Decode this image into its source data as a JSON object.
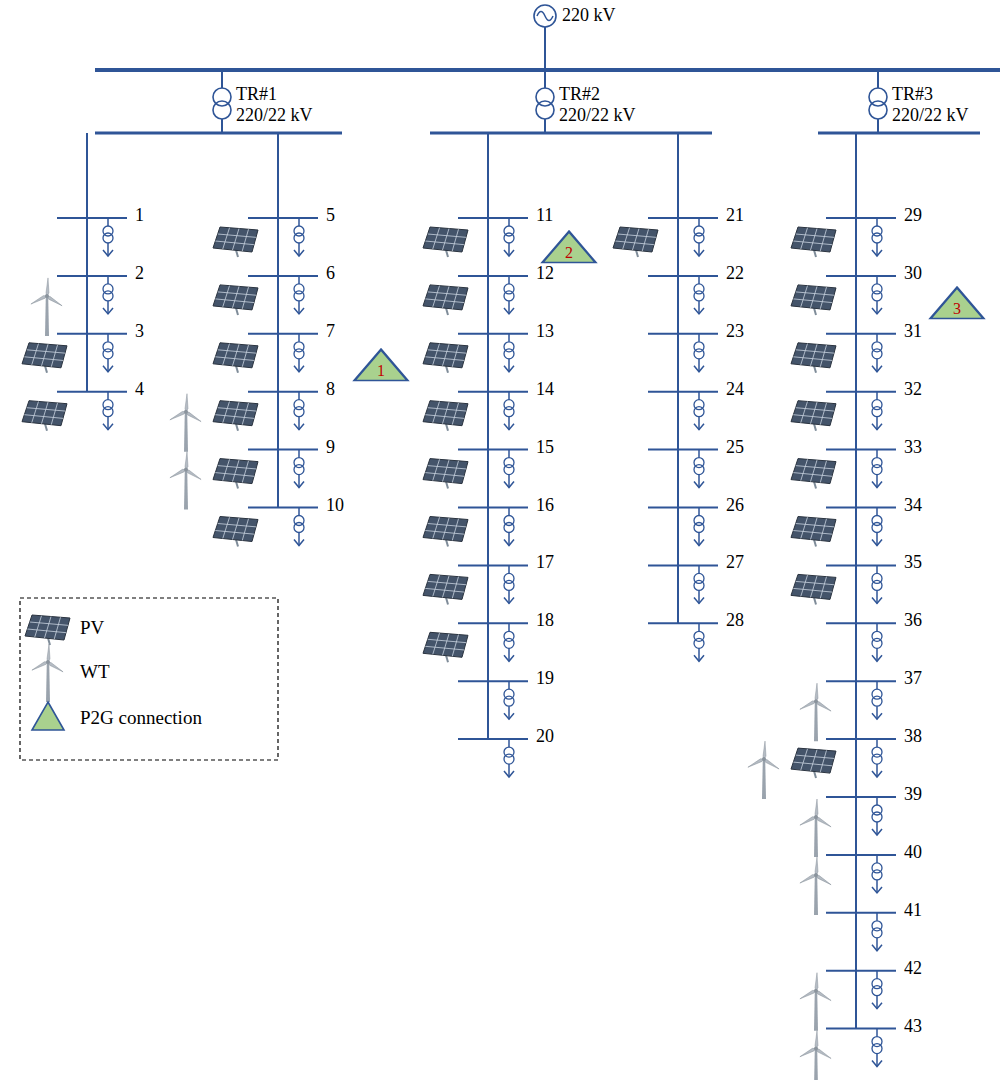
{
  "diagram": {
    "nodes": [
      {
        "text": [
          "1"
        ]
      },
      {
        "text": [
          "2"
        ]
      },
      {
        "text": [
          "3"
        ]
      }
    ],
    "labels": [
      "220 kV",
      "TR#1",
      "220/22 kV",
      "TR#2",
      "220/22 kV",
      "TR#3",
      "220/22 kV",
      "1",
      "2",
      "3",
      "4",
      "5",
      "6",
      "7",
      "8",
      "9",
      "10",
      "11",
      "12",
      "13",
      "14",
      "15",
      "16",
      "17",
      "18",
      "19",
      "20",
      "21",
      "22",
      "23",
      "24",
      "25",
      "26",
      "27",
      "28",
      "29",
      "30",
      "31",
      "32",
      "33",
      "34",
      "35",
      "36",
      "37",
      "38",
      "39",
      "40",
      "41",
      "42",
      "43"
    ],
    "legend": [
      {
        "text": "PV"
      },
      {
        "text": "WT"
      },
      {
        "text": "P2G connection"
      }
    ]
  }
}
